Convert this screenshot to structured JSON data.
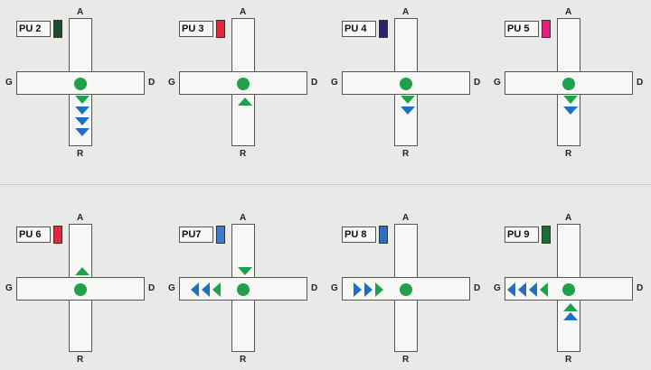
{
  "directions": {
    "top": "A",
    "bottom": "R",
    "left": "G",
    "right": "D"
  },
  "panels": [
    {
      "label": "PU 2",
      "swatch": "#1e4d2b"
    },
    {
      "label": "PU 3",
      "swatch": "#e0283a"
    },
    {
      "label": "PU 4",
      "swatch": "#2a2470"
    },
    {
      "label": "PU 5",
      "swatch": "#e51e84"
    },
    {
      "label": "PU 6",
      "swatch": "#e0283a"
    },
    {
      "label": "PU7",
      "swatch": "#3f78c8"
    },
    {
      "label": "PU 8",
      "swatch": "#2d6fc1"
    },
    {
      "label": "PU 9",
      "swatch": "#1e6b33"
    }
  ],
  "colors": {
    "green": "#1fa04a",
    "blue": "#1f6fc4"
  }
}
